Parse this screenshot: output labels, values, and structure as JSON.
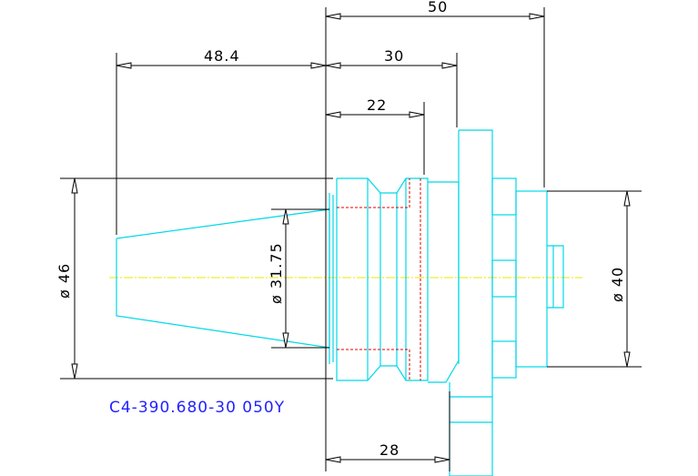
{
  "drawing": {
    "part_code": "C4-390.680-30 050Y",
    "dimensions": {
      "total_length": "50",
      "taper_length": "48.4",
      "length_30": "30",
      "length_22": "22",
      "length_28": "28",
      "dia_46": "ø 46",
      "dia_31_75": "ø 31.75",
      "dia_40": "ø 40"
    },
    "colors": {
      "outline": "#00d8e8",
      "hidden": "#e00000",
      "centerline": "#e8e800",
      "dimension": "#000000",
      "part_code": "#2222ff"
    }
  }
}
